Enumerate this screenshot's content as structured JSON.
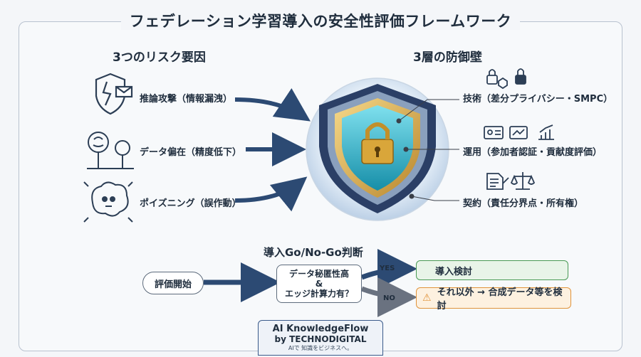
{
  "title": "フェデレーション学習導入の安全性評価フレームワーク",
  "risks": {
    "heading": "3つのリスク要因",
    "items": [
      {
        "label": "推論攻撃（情報漏洩）",
        "icon": "broken-shield-mail-icon"
      },
      {
        "label": "データ偏在（精度低下）",
        "icon": "brain-tree-icon"
      },
      {
        "label": "ポイズニング（誤作動）",
        "icon": "poisoned-brain-icon"
      }
    ]
  },
  "defense": {
    "heading": "3層の防御壁",
    "layers": [
      {
        "label": "技術（差分プライバシー・SMPC）",
        "icon": "lock-icons"
      },
      {
        "label": "運用（参加者認証・貢献度評価）",
        "icon": "id-card-chart-icons"
      },
      {
        "label": "契約（責任分界点・所有権）",
        "icon": "document-scales-icons"
      }
    ]
  },
  "decision": {
    "heading": "導入Go/No-Go判断",
    "start": "評価開始",
    "condition_line1": "データ秘匿性高",
    "condition_line2": "&",
    "condition_line3": "エッジ計算力有？",
    "yes_label": "YES",
    "no_label": "NO",
    "yes_outcome": "導入検討",
    "no_outcome": "それ以外 → 合成データ等を検討"
  },
  "brand": {
    "line1": "AI KnowledgeFlow",
    "line2": "by TECHNODIGITAL",
    "line3": "AIで 知識をビジネスへ。"
  },
  "colors": {
    "navy": "#1f3a5f",
    "arrow": "#2c4a73",
    "yes_green": "#4a9a55",
    "no_orange": "#e0933b"
  }
}
